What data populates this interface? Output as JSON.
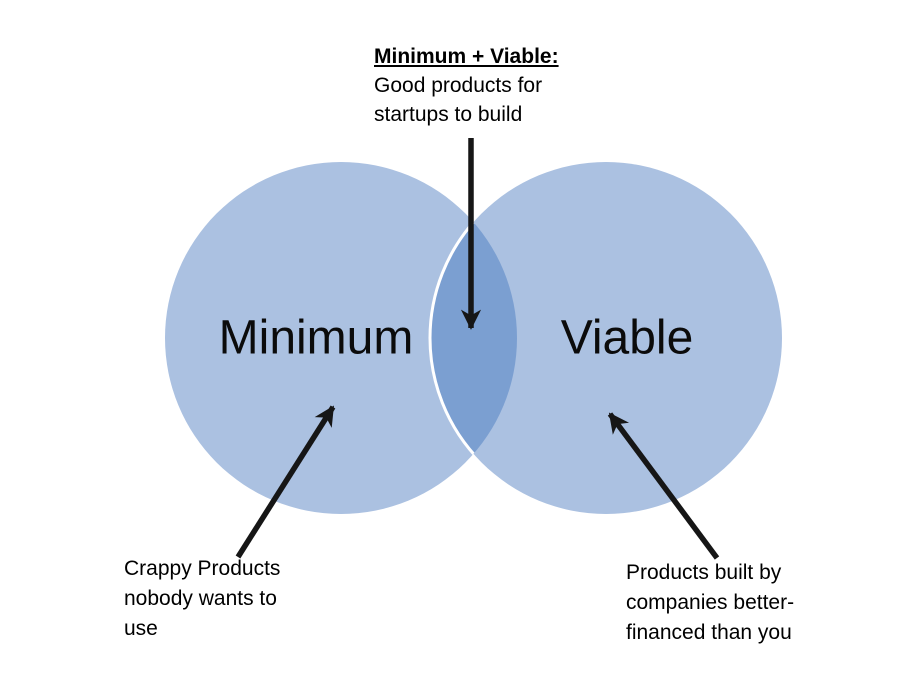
{
  "slide": {
    "background": "#ffffff"
  },
  "colors": {
    "circle_fill": "#abc1e1",
    "overlap_fill": "#7b9fd1",
    "overlap_outline": "#ffffff",
    "arrow": "#161616",
    "text": "#000000"
  },
  "venn": {
    "left_circle": {
      "label": "Minimum"
    },
    "right_circle": {
      "label": "Viable"
    }
  },
  "annotations": {
    "overlap": {
      "title": "Minimum + Viable:",
      "lines": [
        "Good products for",
        "startups to build"
      ]
    },
    "left": {
      "lines": [
        "Crappy Products",
        "nobody wants to",
        "use"
      ]
    },
    "right": {
      "lines": [
        "Products built by",
        "companies better-",
        "financed than you"
      ]
    }
  }
}
